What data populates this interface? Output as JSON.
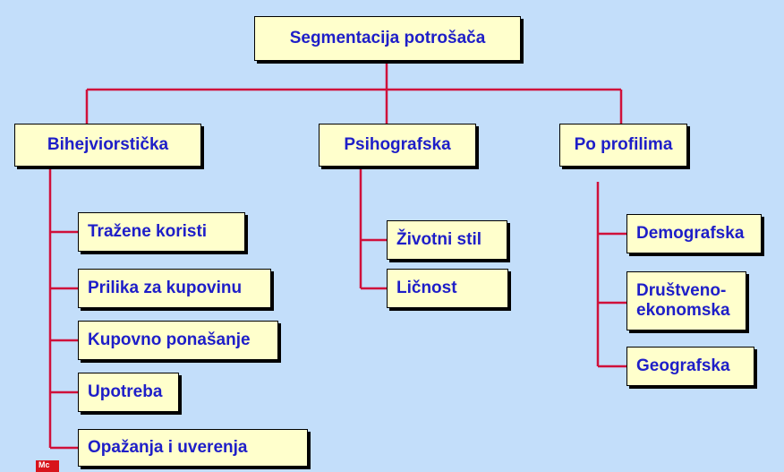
{
  "diagram": {
    "root": "Segmentacija potrošača",
    "branches": [
      {
        "label": "Bihejviorstička",
        "children": [
          "Tražene koristi",
          "Prilika za kupovinu",
          "Kupovno ponašanje",
          "Upotreba",
          "Opažanja i uverenja"
        ]
      },
      {
        "label": "Psihografska",
        "children": [
          "Životni stil",
          "Ličnost"
        ]
      },
      {
        "label": "Po profilima",
        "children": [
          "Demografska",
          "Društveno-ekonomska",
          "Geografska"
        ]
      }
    ],
    "colors": {
      "background": "#c3defa",
      "box_fill": "#ffffcc",
      "text": "#1e1ec8",
      "connector": "#d0103a"
    }
  },
  "logo_text": "Mc"
}
